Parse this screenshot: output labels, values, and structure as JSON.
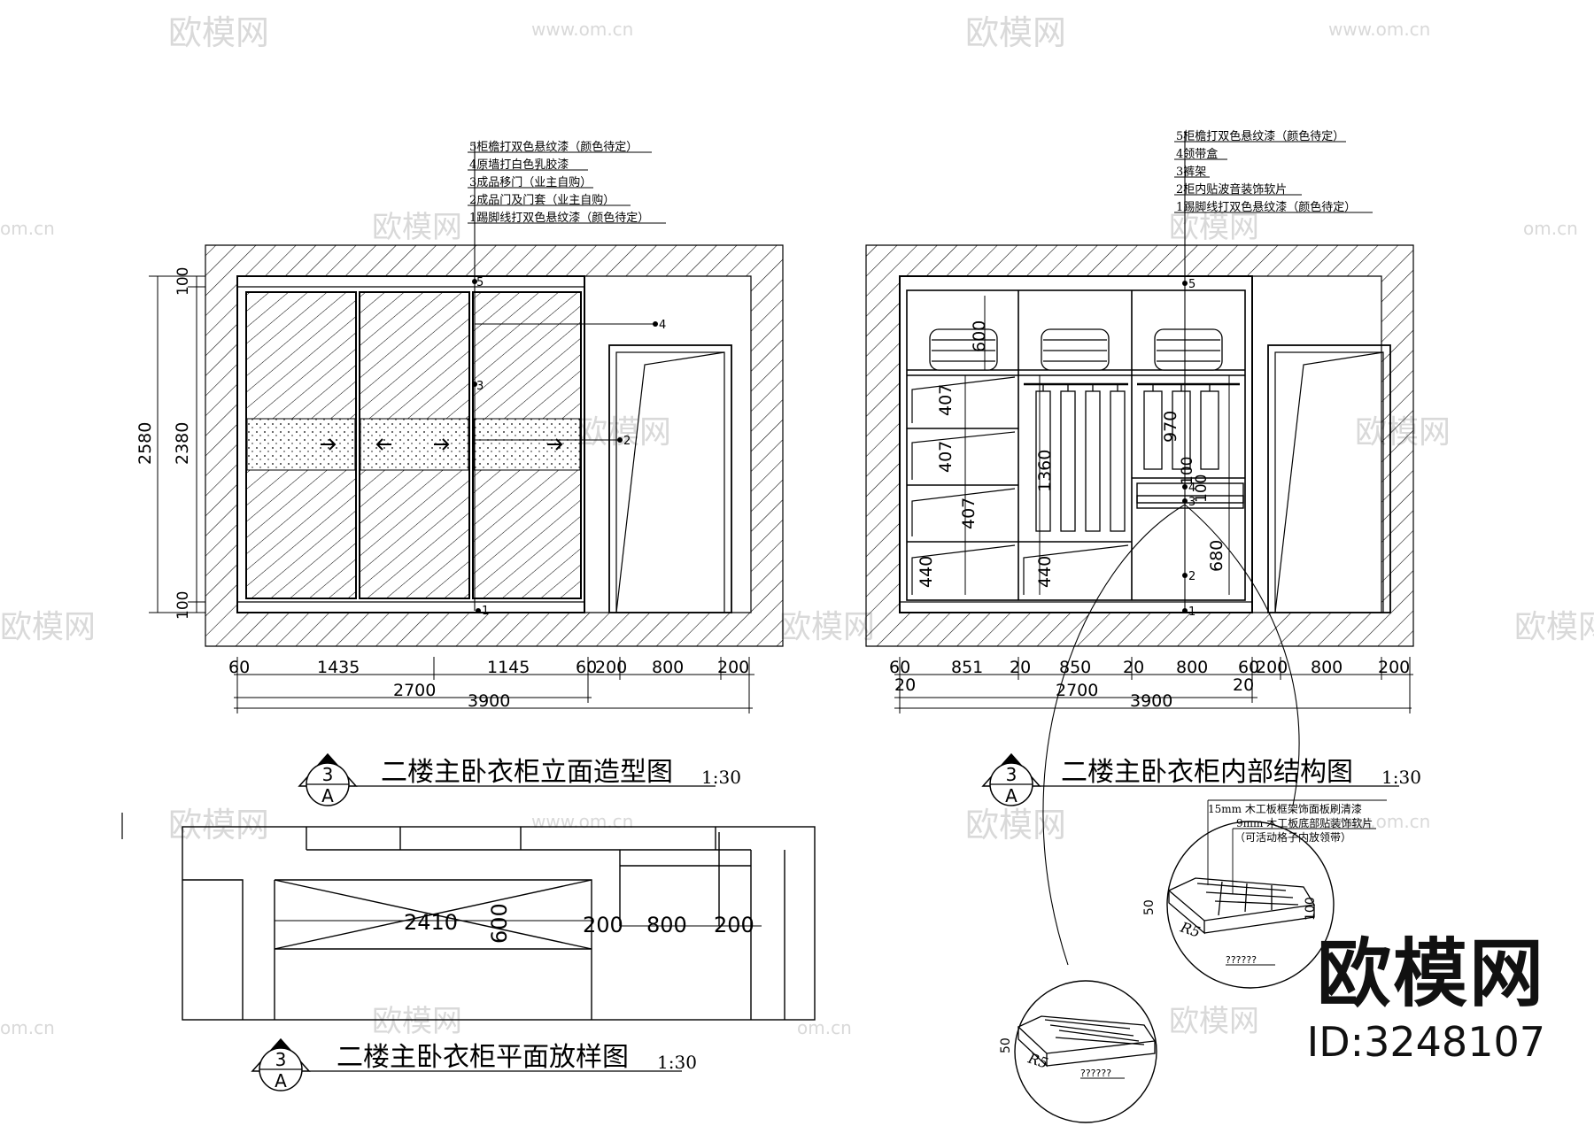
{
  "watermark": {
    "brand": "欧模网",
    "site": "www.om.cn",
    "site_short": "om.cn"
  },
  "brand": {
    "name": "欧模网",
    "id": "ID:3248107"
  },
  "elevation_left": {
    "title": "二楼主卧衣柜立面造型图",
    "scale": "1:30",
    "index_top": "3",
    "index_bottom": "A",
    "callouts": [
      "5柜檐打双色悬纹漆（颜色待定）",
      "4原墙打白色乳胶漆",
      "3成品移门（业主自购）",
      "2成品门及门套（业主自购）",
      "1踢脚线打双色悬纹漆（颜色待定）"
    ],
    "markers": [
      "5",
      "4",
      "3",
      "2",
      "1"
    ],
    "vertical_dims": [
      "2580",
      "100",
      "2380",
      "100"
    ],
    "horizontal_dims": [
      "60",
      "1435",
      "1145",
      "60",
      "200",
      "800",
      "200"
    ],
    "overall_dims": [
      "2700",
      "3900"
    ]
  },
  "elevation_right": {
    "title": "二楼主卧衣柜内部结构图",
    "scale": "1:30",
    "index_top": "3",
    "index_bottom": "A",
    "callouts": [
      "5柜檐打双色悬纹漆（颜色待定）",
      "4领带盒",
      "3裤架",
      "2柜内贴波音装饰软片",
      "1踢脚线打双色悬纹漆（颜色待定）"
    ],
    "markers": [
      "5",
      "4",
      "3",
      "2",
      "1"
    ],
    "inner_dims": [
      "600",
      "407",
      "407",
      "407",
      "440",
      "1360",
      "440",
      "970",
      "100",
      "100",
      "680"
    ],
    "horizontal_dims": [
      "60",
      "851",
      "20",
      "850",
      "20",
      "800",
      "60",
      "200",
      "800",
      "200"
    ],
    "sub_dims": [
      "20",
      "20"
    ],
    "overall_dims": [
      "2700",
      "3900"
    ]
  },
  "plan": {
    "title": "二楼主卧衣柜平面放样图",
    "scale": "1:30",
    "index_top": "3",
    "index_bottom": "A",
    "dims": [
      "2410",
      "600",
      "200",
      "800",
      "200"
    ]
  },
  "details": {
    "tie_box": {
      "notes": [
        "15mm 木工板框架饰面板刷清漆",
        "9mm 木工板底部贴装饰软片",
        "（可活动格子内放领带）"
      ],
      "height": "50",
      "depth": "100",
      "radius": "R5",
      "label": "??????"
    },
    "trouser_rack": {
      "height": "50",
      "radius": "R5",
      "label": "??????"
    }
  }
}
